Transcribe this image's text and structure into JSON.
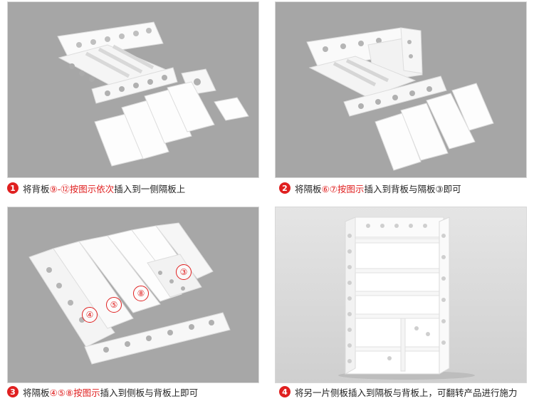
{
  "captions": [
    {
      "step": "1",
      "pre": "将背板",
      "red": "⑨-⑫按图示依次",
      "post": "插入到一侧隔板上"
    },
    {
      "step": "2",
      "pre": "将隔板",
      "red": "⑥⑦按图示",
      "post": "插入到背板与隔板③即可"
    },
    {
      "step": "3",
      "pre": "将隔板",
      "red": "④⑤⑧按图示",
      "post": "插入到侧板与背板上即可"
    },
    {
      "step": "4",
      "pre": "将另一片侧板插入到隔板与背板上，可翻转产品进行施力",
      "red": "",
      "post": ""
    }
  ],
  "panel3_labels": [
    "③",
    "④",
    "⑤",
    "⑧"
  ],
  "colors": {
    "accent": "#e02020",
    "bg_gray": "#a7a7a7",
    "panel_white": "#ffffff"
  }
}
